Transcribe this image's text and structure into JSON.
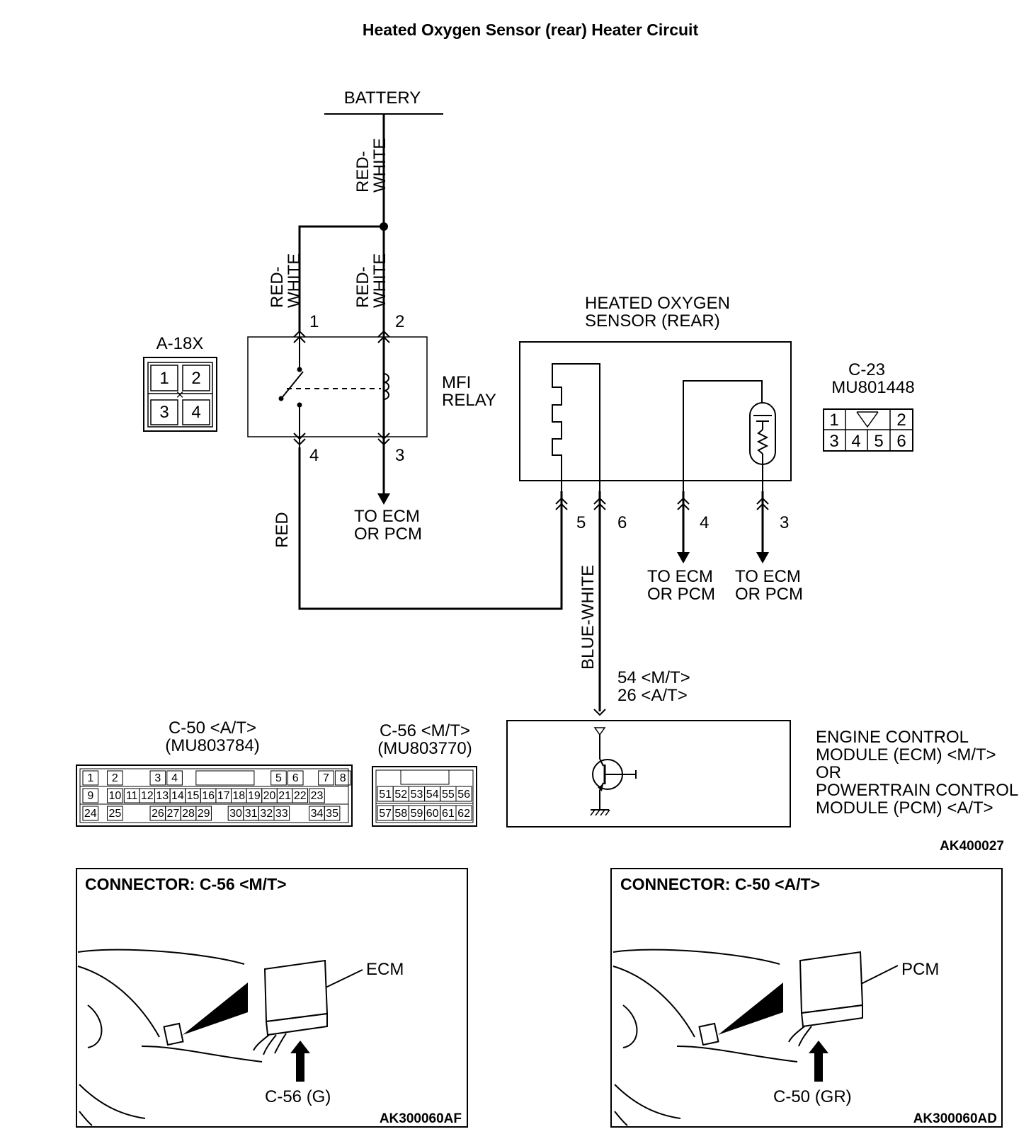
{
  "title": "Heated Oxygen Sensor (rear) Heater Circuit",
  "battery": "BATTERY",
  "wires": {
    "red_white": [
      "RED-",
      "WHITE"
    ],
    "red": "RED",
    "blue_white": "BLUE-WHITE"
  },
  "relay": {
    "label": [
      "MFI",
      "RELAY"
    ],
    "pins": [
      "1",
      "2",
      "4",
      "3"
    ],
    "connector_id": "A-18X",
    "connector_pins": [
      "1",
      "2",
      "3",
      "4"
    ]
  },
  "to_ecm": [
    "TO ECM",
    "OR PCM"
  ],
  "sensor": {
    "label": [
      "HEATED OXYGEN",
      "SENSOR (REAR)"
    ],
    "pins": [
      "5",
      "6",
      "4",
      "3"
    ],
    "connector_id": [
      "C-23",
      "MU801448"
    ],
    "connector_pins": [
      "1",
      "2",
      "3",
      "4",
      "5",
      "6"
    ]
  },
  "ecm_terminals": [
    "54 <M/T>",
    "26 <A/T>"
  ],
  "ecm_label": [
    "ENGINE CONTROL",
    "MODULE (ECM) <M/T>",
    "OR",
    "POWERTRAIN CONTROL",
    "MODULE (PCM) <A/T>"
  ],
  "c50": {
    "label": [
      "C-50 <A/T>",
      "(MU803784)"
    ],
    "row1": [
      "1",
      "2",
      "3",
      "4",
      "5",
      "6",
      "7",
      "8"
    ],
    "row2": [
      "9",
      "10",
      "11",
      "12",
      "13",
      "14",
      "15",
      "16",
      "17",
      "18",
      "19",
      "20",
      "21",
      "22",
      "23"
    ],
    "row3": [
      "24",
      "25",
      "26",
      "27",
      "28",
      "29",
      "30",
      "31",
      "32",
      "33",
      "34",
      "35"
    ]
  },
  "c56": {
    "label": [
      "C-56 <M/T>",
      "(MU803770)"
    ],
    "row1": [
      "51",
      "52",
      "53",
      "54",
      "55",
      "56"
    ],
    "row2": [
      "57",
      "58",
      "59",
      "60",
      "61",
      "62"
    ]
  },
  "figure_code": "AK400027",
  "panels": [
    {
      "title": "CONNECTOR: C-56 <M/T>",
      "module": "ECM",
      "callout": "C-56 (G)",
      "code": "AK300060AF"
    },
    {
      "title": "CONNECTOR: C-50 <A/T>",
      "module": "PCM",
      "callout": "C-50 (GR)",
      "code": "AK300060AD"
    }
  ]
}
